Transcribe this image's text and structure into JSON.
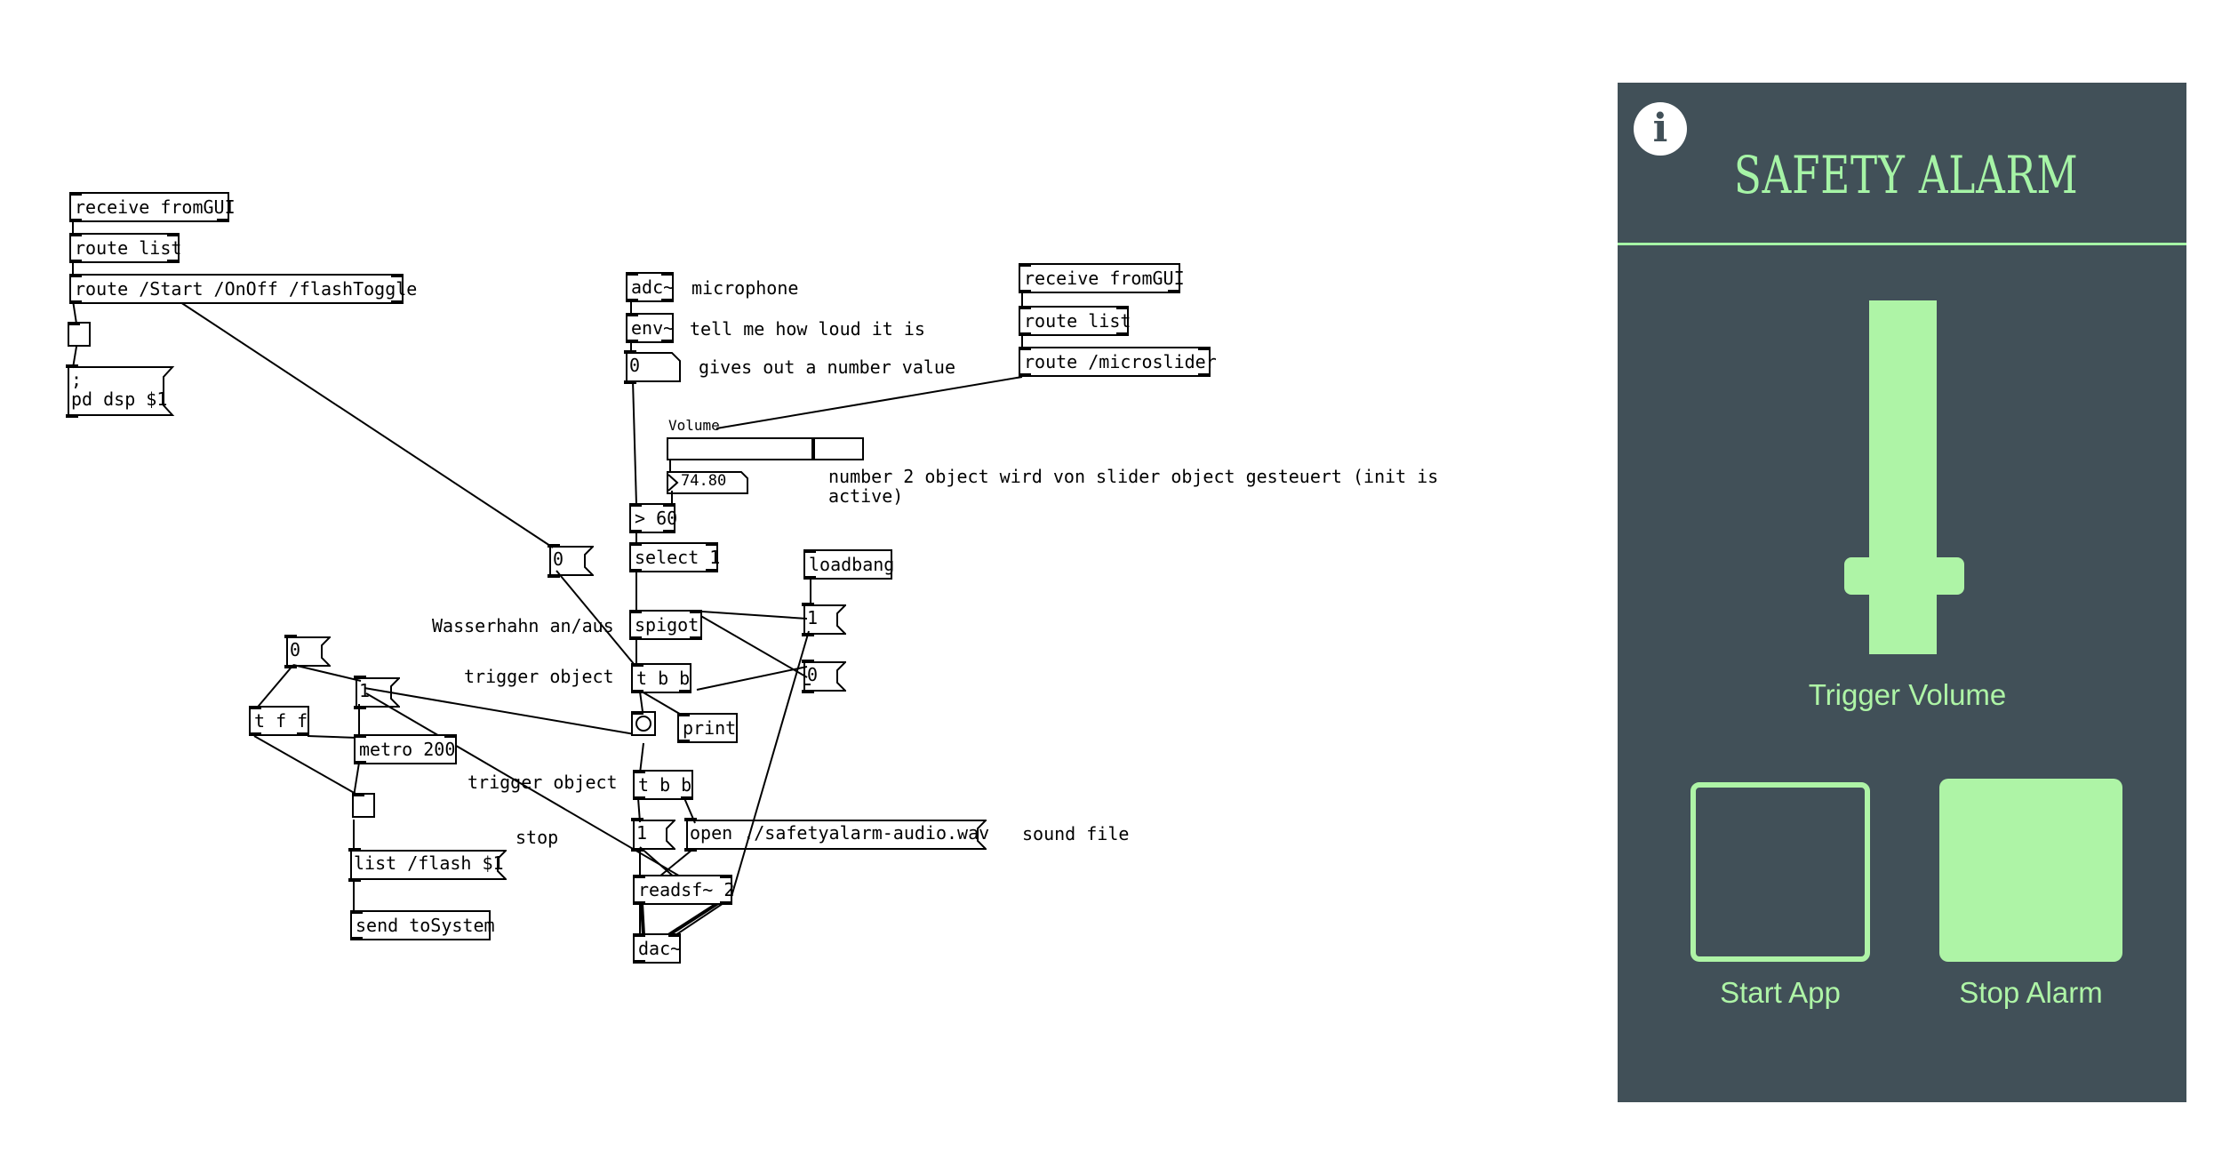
{
  "patch": {
    "objects": {
      "receive_left": "receive fromGUI",
      "route_list_left": "route list",
      "route_start": "route /Start /OnOff /flashToggle",
      "dsp_msg_line1": ";",
      "dsp_msg_line2": "pd dsp $1",
      "adc": "adc~",
      "env": "env~",
      "num_env": "0",
      "receive_right": "receive fromGUI",
      "route_list_right": "route list",
      "route_microslider": "route /microslider",
      "slider_label": "Volume",
      "slider_value": "74.80",
      "gt60": "> 60",
      "select1": "select 1",
      "loadbang": "loadbang",
      "msg_zero_mid": "0",
      "spigot": "spigot",
      "msg_one_right": "1",
      "msg_zero_right": "0",
      "tbb_top": "t b b",
      "print": "print",
      "tbb_bottom": "t b b",
      "msg_one_bottom": "1",
      "open_msg": "open ./safetyalarm-audio.wav",
      "readsf": "readsf~ 2",
      "dac": "dac~",
      "msg_zero_left": "0",
      "msg_one_left": "1",
      "tff": "t f f",
      "metro": "metro 200",
      "list_flash": "list /flash $1",
      "send_system": "send toSystem"
    },
    "comments": {
      "microphone": "microphone",
      "env_comment": "tell me how loud it is",
      "num_comment": "gives out a number value",
      "slider_comment_1": "number 2 object wird von slider object gesteuert (init is",
      "slider_comment_2": "active)",
      "wasserhahn": "Wasserhahn an/aus",
      "trigger_1": "trigger object",
      "trigger_2": "trigger object",
      "stop": "stop",
      "sound_file": "sound file"
    },
    "slider_level_fraction": 0.75
  },
  "app": {
    "title": "SAFETY ALARM",
    "info_icon": "info-icon",
    "volume_label": "Trigger Volume",
    "volume_level_fraction": 0.22,
    "start_label": "Start App",
    "stop_label": "Stop Alarm",
    "colors": {
      "background": "#415058",
      "accent": "#aef4a6"
    }
  }
}
